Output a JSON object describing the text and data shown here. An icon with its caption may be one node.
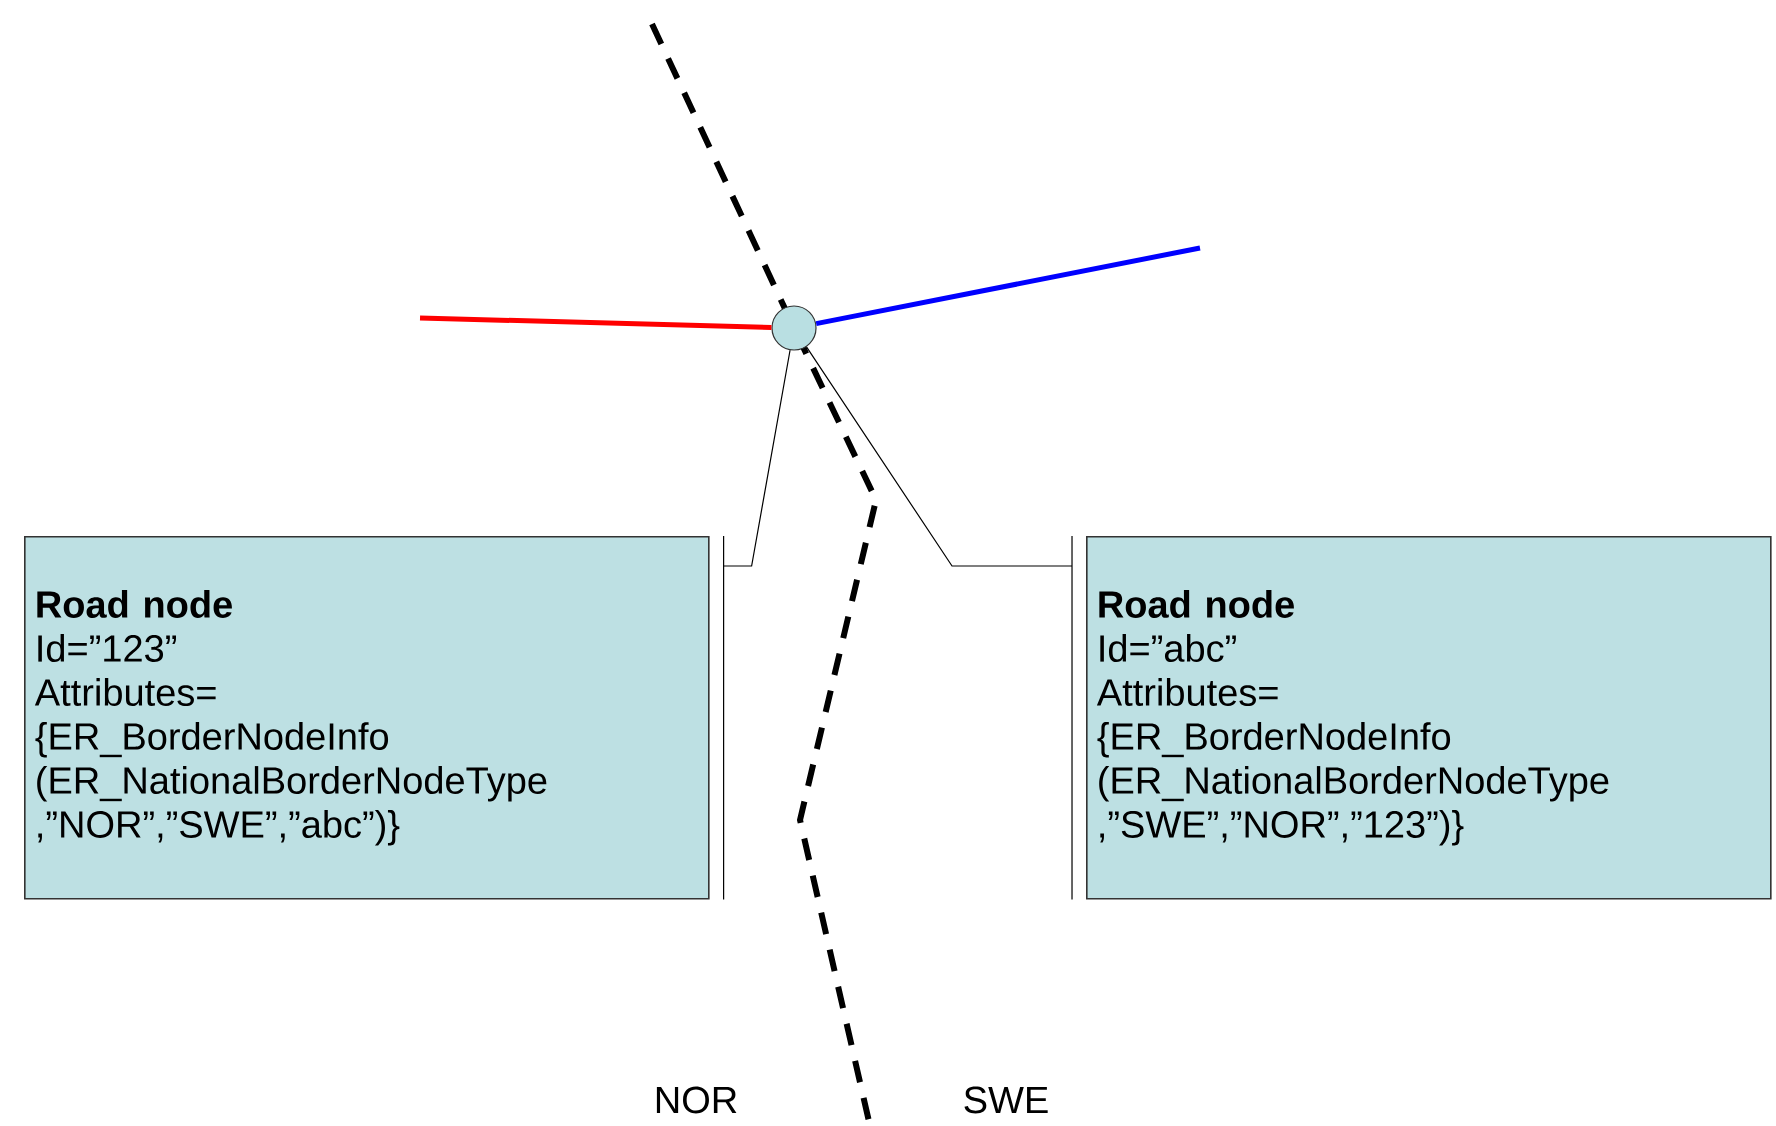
{
  "diagram": {
    "nodes": [
      {
        "text": [],
        "shape": "circle"
      },
      {
        "text": [
          "Road node",
          "Id=”123”",
          "Attributes=",
          "{ER_BorderNodeInfo (ER_NationalBorderNodeType ,”NOR”,”SWE”,”abc”)}"
        ]
      },
      {
        "text": [
          "Road node",
          "Id=”abc”",
          "Attributes=",
          "{ER_BorderNodeInfo (ER_NationalBorderNodeType ,”SWE”,”NOR”,”123”)}"
        ]
      }
    ],
    "edges": [
      {
        "from": 1,
        "to": 0,
        "arrow": "none"
      },
      {
        "from": 2,
        "to": 0,
        "arrow": "none"
      },
      {
        "from": null,
        "to": 0,
        "arrow": "none",
        "style": "thick",
        "color": "#ff0000"
      },
      {
        "from": 0,
        "to": null,
        "arrow": "none",
        "style": "thick",
        "color": "#0000ff"
      }
    ],
    "labels": [
      "NOR",
      "SWE"
    ]
  }
}
